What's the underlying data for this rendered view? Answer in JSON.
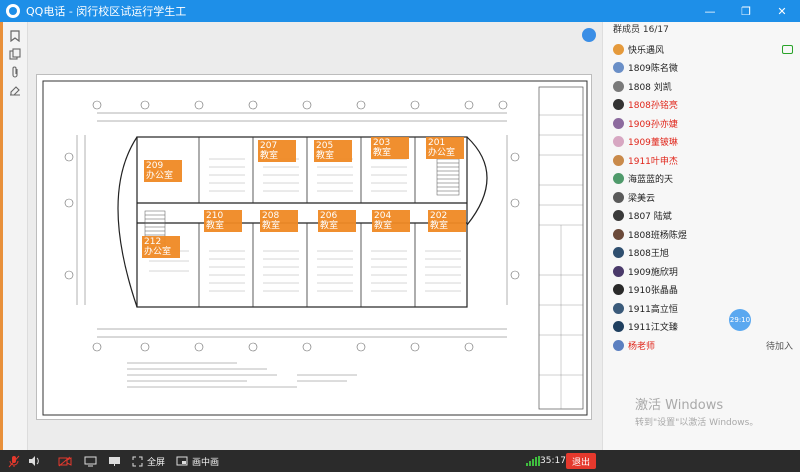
{
  "window": {
    "title": "QQ电话 - 闵行校区试运行学生工",
    "minimize_glyph": "—",
    "maximize_glyph": "❐",
    "close_glyph": "✕"
  },
  "toolstrip": {
    "icons": [
      "bookmark-icon",
      "copy-icon",
      "paperclip-icon",
      "eraser-icon"
    ]
  },
  "rooms": [
    {
      "number": "209",
      "label": "办公室"
    },
    {
      "number": "207",
      "label": "教室"
    },
    {
      "number": "205",
      "label": "教室"
    },
    {
      "number": "203",
      "label": "教室"
    },
    {
      "number": "201",
      "label": "办公室"
    },
    {
      "number": "210",
      "label": "教室"
    },
    {
      "number": "208",
      "label": "教室"
    },
    {
      "number": "206",
      "label": "教室"
    },
    {
      "number": "204",
      "label": "教室"
    },
    {
      "number": "202",
      "label": "教室"
    },
    {
      "number": "212",
      "label": "办公室"
    }
  ],
  "members_panel": {
    "header": "群成员 16/17",
    "time_bubble": "29:10",
    "members": [
      {
        "name": "快乐遇风",
        "red": false,
        "color": "#e59a3c"
      },
      {
        "name": "1809陈名微",
        "red": false,
        "color": "#6a8fc7"
      },
      {
        "name": "1808 刘凯",
        "red": false,
        "color": "#7a7a7a"
      },
      {
        "name": "1808孙铭亮",
        "red": true,
        "color": "#333333"
      },
      {
        "name": "1909孙亦婕",
        "red": true,
        "color": "#8c6a9e"
      },
      {
        "name": "1909蕫铍琳",
        "red": true,
        "color": "#d7a7c2"
      },
      {
        "name": "1911叶申杰",
        "red": true,
        "color": "#c98a4a"
      },
      {
        "name": "海蓝蓝的天",
        "red": false,
        "color": "#4f9a6b"
      },
      {
        "name": "梁美云",
        "red": false,
        "color": "#5a5a5a"
      },
      {
        "name": "1807 陆斌",
        "red": false,
        "color": "#3a3a3a"
      },
      {
        "name": "1808班杨陈煜",
        "red": false,
        "color": "#6b4a3a"
      },
      {
        "name": "1808王旭",
        "red": false,
        "color": "#2f4f6f"
      },
      {
        "name": "1909施欣玥",
        "red": false,
        "color": "#4a3a6a"
      },
      {
        "name": "1910张晶晶",
        "red": false,
        "color": "#2a2a2a"
      },
      {
        "name": "1911高立恒",
        "red": false,
        "color": "#3a5a7a"
      },
      {
        "name": "1911江文臻",
        "red": false,
        "color": "#1f3f5f"
      },
      {
        "name": "杨老师",
        "red": true,
        "color": "#5b7fc0",
        "extra": "待加入"
      }
    ]
  },
  "watermark": {
    "line1": "激活 Windows",
    "line2": "转到\"设置\"以激活 Windows。"
  },
  "bottombar": {
    "fullscreen_label": "全屏",
    "pip_label": "画中画",
    "timer": "35:17",
    "exit_label": "退出"
  }
}
